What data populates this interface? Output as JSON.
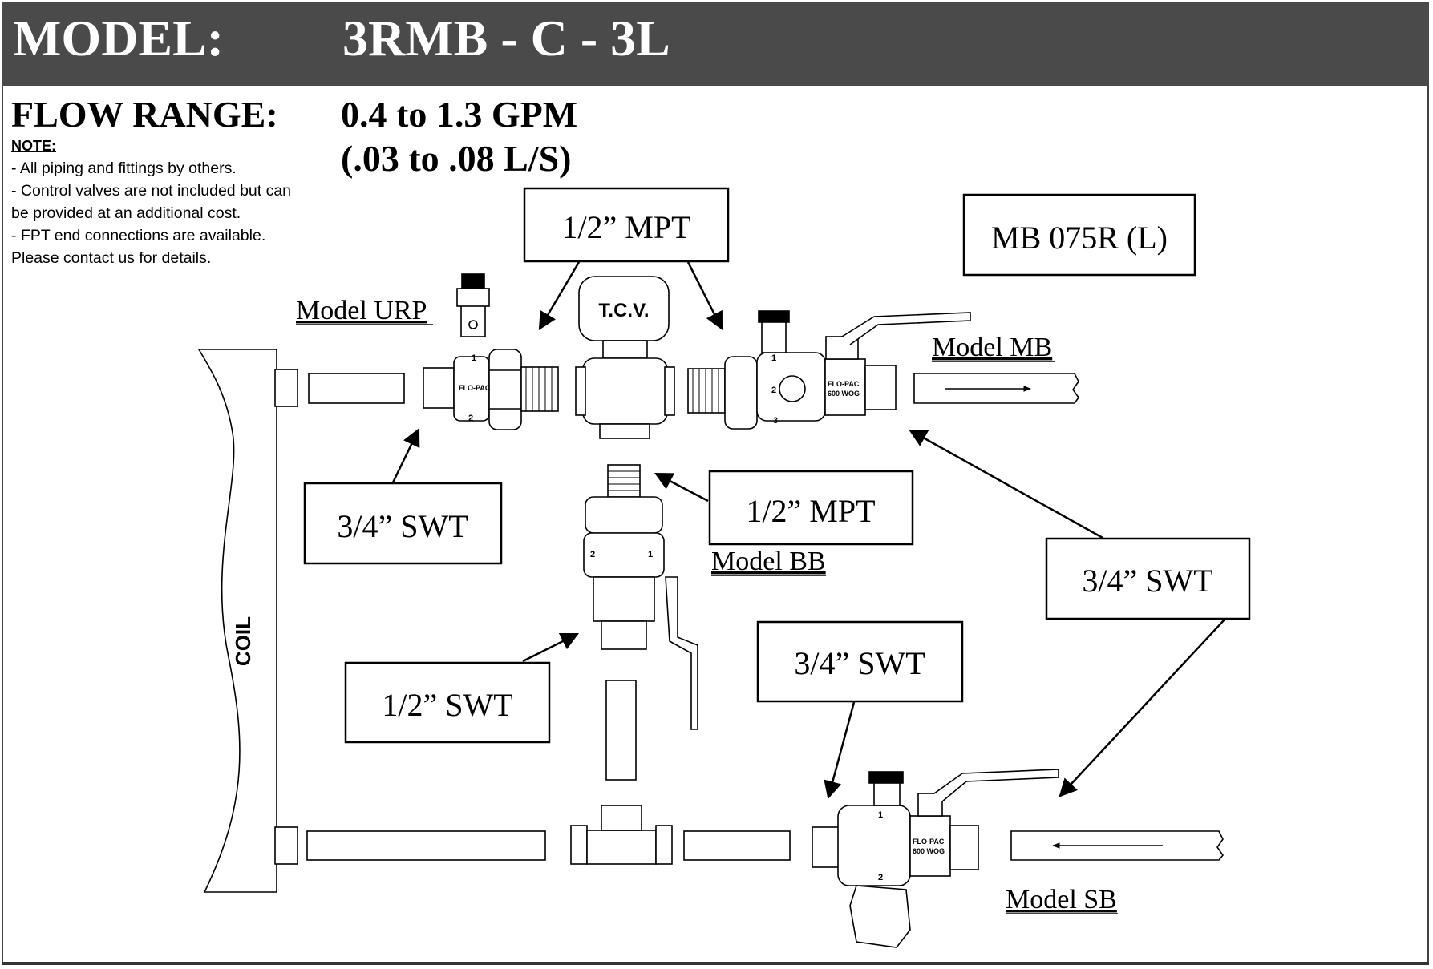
{
  "header": {
    "model_label": "MODEL:",
    "model_value": "3RMB - C - 3L"
  },
  "flow": {
    "label": "FLOW RANGE:",
    "gpm": "0.4 to 1.3 GPM",
    "ls": "(.03 to .08 L/S)"
  },
  "note": {
    "title": "NOTE:",
    "lines": [
      "- All piping and fittings by others.",
      "- Control valves are not included but can",
      "be provided at an additional cost.",
      "- FPT end connections are available.",
      "Please contact us for details."
    ]
  },
  "diagram": {
    "callouts": {
      "mpt_top": "1/2” MPT",
      "mb_part": "MB 075R (L)",
      "swt_left": "3/4” SWT",
      "mpt_mid": "1/2” MPT",
      "swt_right": "3/4” SWT",
      "swt_half": "1/2” SWT",
      "swt_bottom": "3/4” SWT"
    },
    "model_labels": {
      "urp": "Model URP",
      "mb": "Model MB",
      "bb": "Model BB",
      "sb": "Model SB"
    },
    "coil_label": "COIL",
    "tcv_label": "T.C.V.",
    "valve_marks": {
      "flopac": "FLO-PAC",
      "wog": "600 WOG",
      "port1": "1",
      "port2": "2",
      "port3": "3"
    }
  },
  "colors": {
    "header_bg": "#4a4a4a",
    "header_text": "#ffffff",
    "line": "#000000"
  }
}
